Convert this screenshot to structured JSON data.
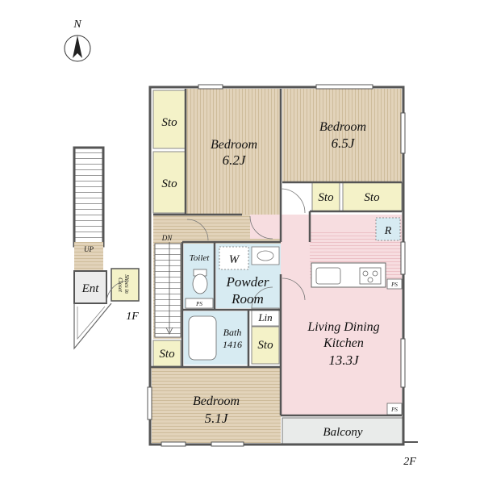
{
  "compass": {
    "label": "N"
  },
  "floors": {
    "first": "1F",
    "second": "2F"
  },
  "rooms": {
    "bedroom_a": {
      "name": "Bedroom",
      "size": "6.2J"
    },
    "bedroom_b": {
      "name": "Bedroom",
      "size": "6.5J"
    },
    "bedroom_c": {
      "name": "Bedroom",
      "size": "5.1J"
    },
    "ldk": {
      "name_line1": "Living Dining",
      "name_line2": "Kitchen",
      "size": "13.3J"
    },
    "powder": {
      "line1": "Powder",
      "line2": "Room"
    },
    "bath": {
      "name": "Bath",
      "size": "1416"
    },
    "toilet": "Toilet",
    "washer": "W",
    "linen": "Lin",
    "refrigerator": "R",
    "balcony": "Balcony",
    "entrance": "Ent",
    "shoes_closet": {
      "line1": "Shoes in",
      "line2": "Closet"
    }
  },
  "storage": {
    "sto_a": "Sto",
    "sto_b": "Sto",
    "sto_c": "Sto",
    "sto_d": "Sto",
    "sto_e": "Sto",
    "sto_f": "Sto"
  },
  "stairs": {
    "up": "UP",
    "down": "DN"
  },
  "pipe_space": {
    "ps_a": "PS",
    "ps_b": "PS",
    "ps_c": "PS"
  },
  "colors": {
    "wood_floor": "#e2d3ba",
    "storage_fill": "#f4f2c8",
    "ldk_fill": "#f7dde0",
    "bath_fill": "#d7ebf2",
    "balcony_fill": "#e9ebea",
    "wall": "#555555"
  }
}
